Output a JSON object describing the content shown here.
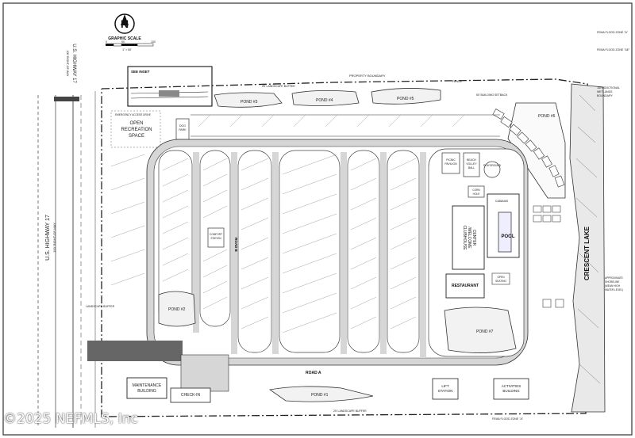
{
  "north_letter": "N",
  "scale": {
    "title": "GRAPHIC SCALE",
    "ticks": [
      "0",
      "50",
      "100"
    ],
    "ratio": "1\" = 50'"
  },
  "highway": {
    "name": "U.S. HIGHWAY 17",
    "row": "100' RIGHT-OF-WAY"
  },
  "boundary": {
    "property": "PROPERTY BOUNDARY",
    "see_inset": "SEE INSET",
    "setback": "50' BUILDING SETBACK",
    "buffer_top": "25' LANDSCAPE BUFFER",
    "buffer_bottom": "25' LANDSCAPE BUFFER",
    "landscape_buffer_left": "LANDSCAPE BUFFER",
    "fence": "FENCE"
  },
  "ponds": [
    "POND #1",
    "POND #2",
    "POND #3",
    "POND #4",
    "POND #5",
    "POND #6",
    "POND #7"
  ],
  "amenities": {
    "open_recreation": [
      "OPEN",
      "RECREATION",
      "SPACE"
    ],
    "emergency_access": "EMERGENCY ACCESS DRIVE",
    "doc_park": [
      "DOG",
      "PARK"
    ],
    "picnic": [
      "PICNIC",
      "PAVILION"
    ],
    "volleyball": [
      "BEACH",
      "VOLLEY",
      "BALL"
    ],
    "playground": "PLAYGROUND",
    "corn_hole": [
      "CORN",
      "HOLE"
    ],
    "cabanas": "CABANAS",
    "pool": "POOL",
    "clubhouse": [
      "CLUBHOUSE",
      "/WELCOME",
      "CENTER"
    ],
    "restaurant": "RESTAURANT",
    "open_seating": [
      "OPEN",
      "SEATING"
    ],
    "comfort": [
      "COMFORT",
      "STATION"
    ],
    "maintenance": [
      "MAINTENANCE",
      "BUILDING"
    ],
    "check_in": "CHECK-IN",
    "lift_station": [
      "LIFT",
      "STATION"
    ],
    "activities": [
      "ACTIVITIES",
      "BUILDING"
    ]
  },
  "roads": [
    "ROAD A",
    "ROAD B"
  ],
  "lake": "CRESCENT LAKE",
  "flood": {
    "top": "FEMA FLOOD ZONE \"A\"",
    "top2": "FEMA FLOOD ZONE \"AE\"",
    "bottom": "FEMA FLOOD ZONE \"A\""
  },
  "wetlands": [
    "JURISDICTIONAL",
    "WETLANDS",
    "BOUNDARY"
  ],
  "shoreline": [
    "APPROXIMATE",
    "SHORELINE",
    "(MEAN HIGH",
    "WATER LEVEL)"
  ],
  "watermark": "©2025 NEFMLS, Inc"
}
